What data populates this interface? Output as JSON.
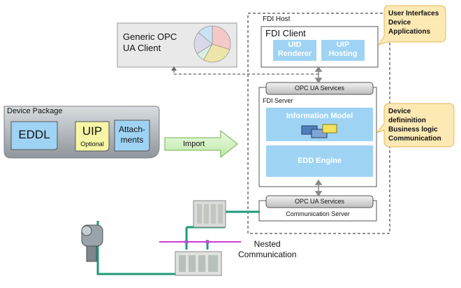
{
  "fdi_host": {
    "title": "FDI Host",
    "fdi_client": {
      "title": "FDI Client",
      "uid_renderer": "UID\nRenderer",
      "uip_hosting": "UIP\nHosting"
    },
    "opc_ua_services_top": "OPC UA Services",
    "fdi_server": {
      "title": "FDI Server",
      "information_model": "Information Model",
      "edd_engine": "EDD Engine"
    },
    "opc_ua_services_bottom": "OPC UA Services",
    "communication_server": "Communication Server"
  },
  "generic_client": {
    "label": "Generic OPC\nUA Client",
    "pie_values": [
      0.3,
      0.28,
      0.08,
      0.2,
      0.14
    ],
    "pie_colors": [
      "#f4c9c9",
      "#efe5a9",
      "#d9efe0",
      "#d8d8ea",
      "#c9e3f3"
    ]
  },
  "device_package": {
    "title": "Device Package",
    "eddl": "EDDL",
    "uip": "UIP",
    "uip_optional": "Optional",
    "attachments": "Attach-\nments"
  },
  "import_arrow": "Import",
  "callout_top": "User Interfaces\nDevice\nApplications",
  "callout_mid": "Device\ndefininition\nBusiness logic\nCommunication",
  "nested_communication": "Nested\nCommunication",
  "colors": {
    "network_green": "#1f9a78",
    "network_magenta": "#d43ad0",
    "blue_box": "#9fd3f4",
    "callout_fill": "#fde9b4",
    "callout_stroke": "#e8b85a"
  }
}
